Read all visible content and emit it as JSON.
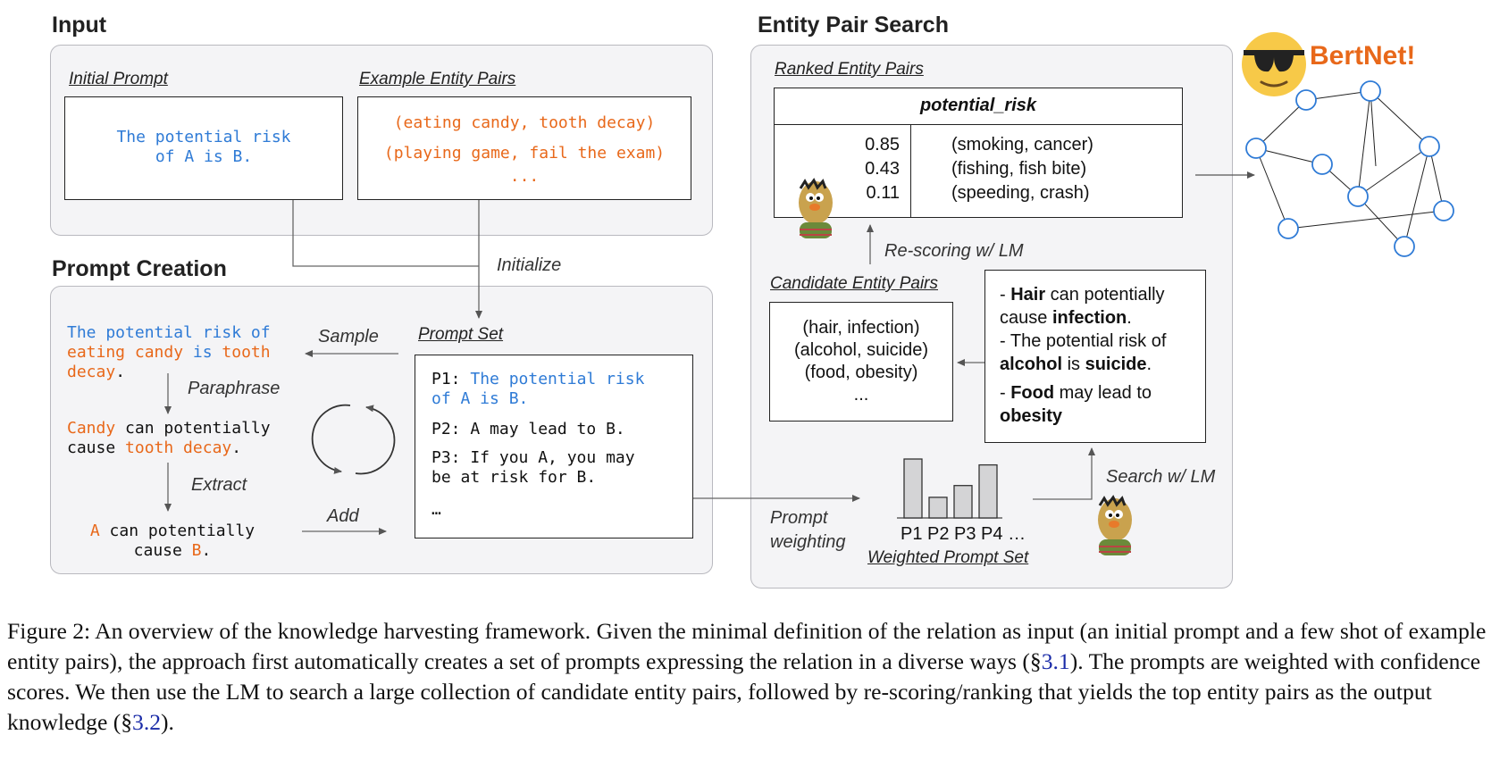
{
  "input": {
    "heading": "Input",
    "initial_prompt_label": "Initial Prompt",
    "initial_prompt_line1": "The potential risk",
    "initial_prompt_line2": "of A is B.",
    "example_pairs_label": "Example Entity Pairs",
    "example_pair1": "(eating candy, tooth decay)",
    "example_pair2": "(playing game, fail the exam)",
    "example_pair_more": "..."
  },
  "initialize_label": "Initialize",
  "prompt_creation": {
    "heading": "Prompt Creation",
    "sample_line1_a": "The potential risk of",
    "sample_line2_a": "eating candy",
    "sample_line2_b": " is ",
    "sample_line2_c": "tooth",
    "sample_line3": "decay",
    "sample_line3_end": ".",
    "sample_label": "Sample",
    "paraphrase_label": "Paraphrase",
    "para_line1_a": "Candy",
    "para_line1_b": " can potentially",
    "para_line2_a": "cause ",
    "para_line2_b": "tooth decay",
    "para_line2_c": ".",
    "extract_label": "Extract",
    "extract_line1_a": "A",
    "extract_line1_b": " can potentially",
    "extract_line2_a": "cause ",
    "extract_line2_b": "B",
    "extract_line2_c": ".",
    "add_label": "Add",
    "prompt_set_label": "Prompt Set",
    "p1_prefix": "P1: ",
    "p1_a": "The potential risk",
    "p1_b": "of A is B.",
    "p2": "P2: A may lead to B.",
    "p3_a": "P3: If you A, you may",
    "p3_b": "be at risk for B.",
    "p_more": "…"
  },
  "entity_pair_search": {
    "heading": "Entity Pair Search",
    "ranked_label": "Ranked Entity Pairs",
    "table_header": "potential_risk",
    "rows": [
      {
        "score": "0.85",
        "pair": "(smoking, cancer)"
      },
      {
        "score": "0.43",
        "pair": "(fishing, fish bite)"
      },
      {
        "score": "0.11",
        "pair": "(speeding, crash)"
      }
    ],
    "rescoring_label": "Re-scoring w/ LM",
    "candidate_label": "Candidate Entity Pairs",
    "candidates": [
      "(hair, infection)",
      "(alcohol, suicide)",
      "(food, obesity)",
      "..."
    ],
    "sent1_a": "- ",
    "sent1_b": "Hair",
    "sent1_c": " can potentially",
    "sent1_d": "cause ",
    "sent1_e": "infection",
    "sent1_f": ".",
    "sent2_a": "- The potential risk of",
    "sent2_b": "alcohol",
    "sent2_c": " is ",
    "sent2_d": "suicide",
    "sent2_e": ".",
    "sent3_a": "- ",
    "sent3_b": "Food",
    "sent3_c": " may lead to",
    "sent3_d": "obesity",
    "search_label": "Search w/ LM",
    "prompt_weighting_line1": "Prompt",
    "prompt_weighting_line2": "weighting",
    "bar_labels": "P1 P2 P3 P4 …",
    "weighted_label": "Weighted Prompt Set"
  },
  "weights": {
    "P1": 1.0,
    "P2": 0.35,
    "P3": 0.55,
    "P4": 0.9
  },
  "bertnet_label": "BertNet!",
  "caption": {
    "p1": "Figure 2: An overview of the knowledge harvesting framework. Given the minimal definition of the relation as input (an initial prompt and a few shot of example entity pairs), the approach first automatically creates a set of prompts expressing the relation in a diverse ways (§",
    "ref1": "3.1",
    "p2": "). The prompts are weighted with confidence scores. We then use the LM to search a large collection of candidate entity pairs, followed by re-scoring/ranking that yields the top entity pairs as the output knowledge (§",
    "ref2": "3.2",
    "p3": ")."
  },
  "colors": {
    "blue": "#2f7bd6",
    "orange": "#e8681a",
    "emoji": "#f7c948",
    "node": "#2f7bd6"
  }
}
